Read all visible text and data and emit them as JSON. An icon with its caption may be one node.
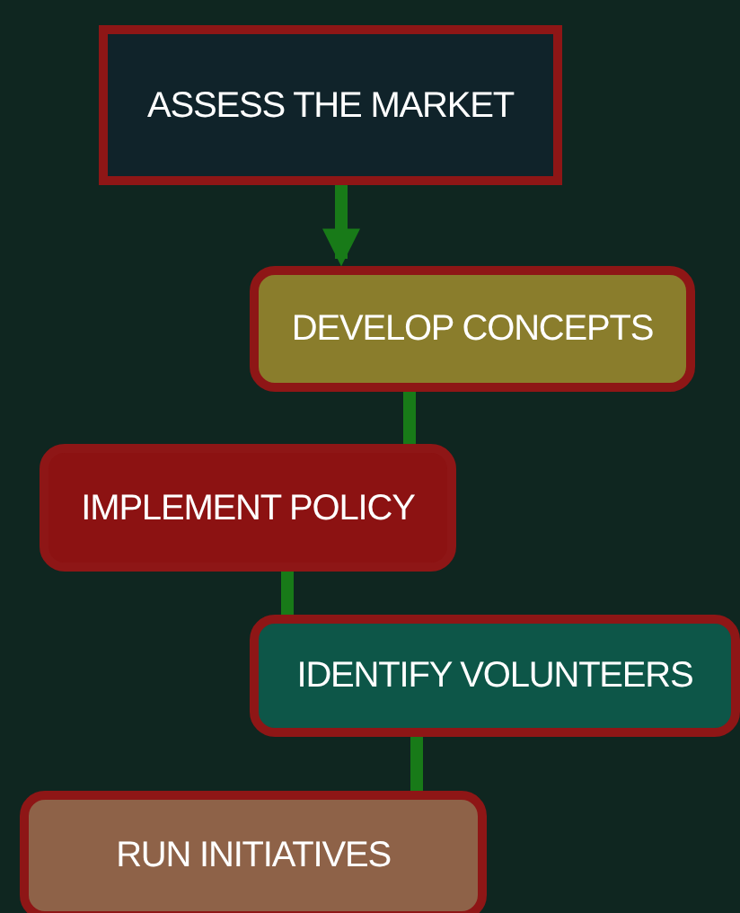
{
  "diagram": {
    "nodes": [
      {
        "text": [
          "ASSESS THE MARKET"
        ]
      },
      {
        "text": [
          "DEVELOP CONCEPTS"
        ]
      },
      {
        "text": [
          "IMPLEMENT POLICY"
        ]
      },
      {
        "text": [
          "IDENTIFY VOLUNTEERS"
        ]
      },
      {
        "text": [
          "RUN INITIATIVES"
        ]
      }
    ],
    "edges": [
      {
        "from": 0,
        "to": 1,
        "arrow": "to"
      },
      {
        "from": 1,
        "to": 2,
        "arrow": "none"
      },
      {
        "from": 2,
        "to": 3,
        "arrow": "none"
      },
      {
        "from": 3,
        "to": 4,
        "arrow": "none"
      }
    ]
  }
}
